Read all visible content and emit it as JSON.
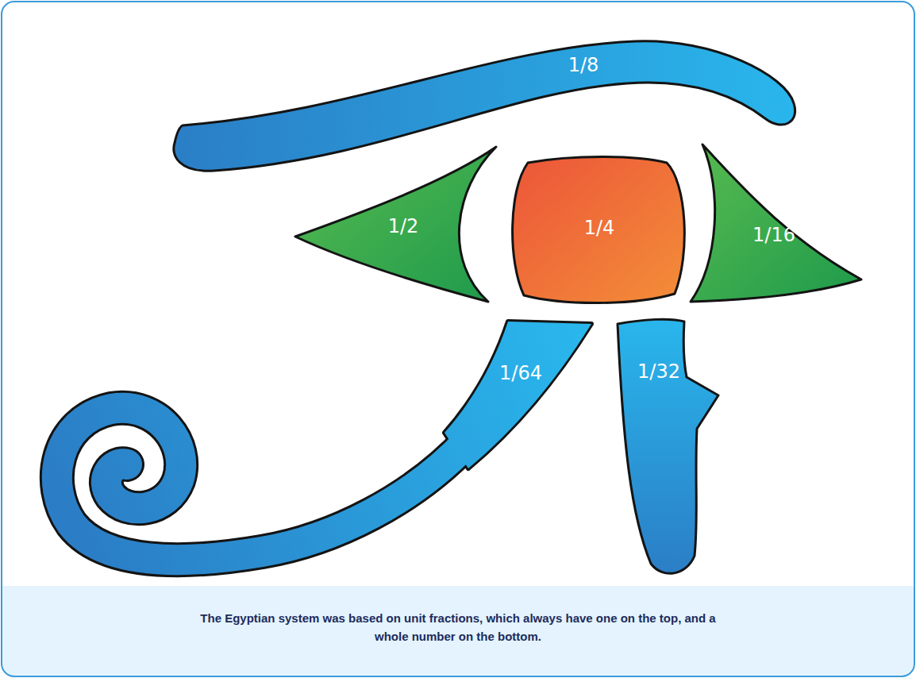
{
  "diagram": {
    "caption": "The Egyptian system was based on unit fractions, which always have one on the top, and a whole number on the bottom.",
    "nodes": [
      {
        "text": [
          "1/8"
        ]
      },
      {
        "text": [
          "1/2"
        ]
      },
      {
        "text": [
          "1/4"
        ]
      },
      {
        "text": [
          "1/16"
        ]
      },
      {
        "text": [
          "1/64"
        ]
      },
      {
        "text": [
          "1/32"
        ]
      }
    ]
  }
}
